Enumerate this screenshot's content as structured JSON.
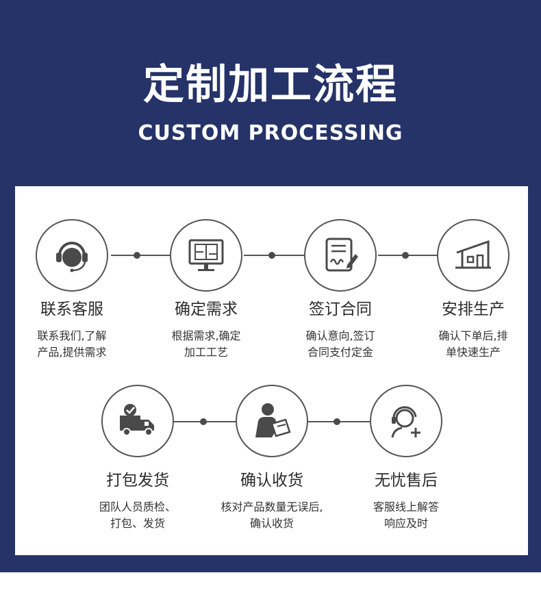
{
  "header": {
    "title": "定制加工流程",
    "subtitle": "CUSTOM PROCESSING"
  },
  "steps": [
    {
      "title": "联系客服",
      "desc_line1": "联系我们,了解",
      "desc_line2": "产品,提供需求",
      "icon": "headset-icon"
    },
    {
      "title": "确定需求",
      "desc_line1": "根据需求,确定",
      "desc_line2": "加工工艺",
      "icon": "floor-plan-monitor-icon"
    },
    {
      "title": "签订合同",
      "desc_line1": "确认意向,签订",
      "desc_line2": "合同支付定金",
      "icon": "contract-sign-icon"
    },
    {
      "title": "安排生产",
      "desc_line1": "确认下单后,排",
      "desc_line2": "单快速生产",
      "icon": "factory-house-icon"
    },
    {
      "title": "打包发货",
      "desc_line1": "团队人员质检、",
      "desc_line2": "打包、发货",
      "icon": "delivery-truck-icon"
    },
    {
      "title": "确认收货",
      "desc_line1": "核对产品数量无误后,",
      "desc_line2": "确认收货",
      "icon": "person-checking-icon"
    },
    {
      "title": "无忧售后",
      "desc_line1": "客服线上解答",
      "desc_line2": "响应及时",
      "icon": "support-agent-icon"
    }
  ],
  "colors": {
    "banner": "#253368",
    "panel": "#ffffff",
    "icon": "#4a4a4a",
    "text": "#2b2b2b"
  }
}
